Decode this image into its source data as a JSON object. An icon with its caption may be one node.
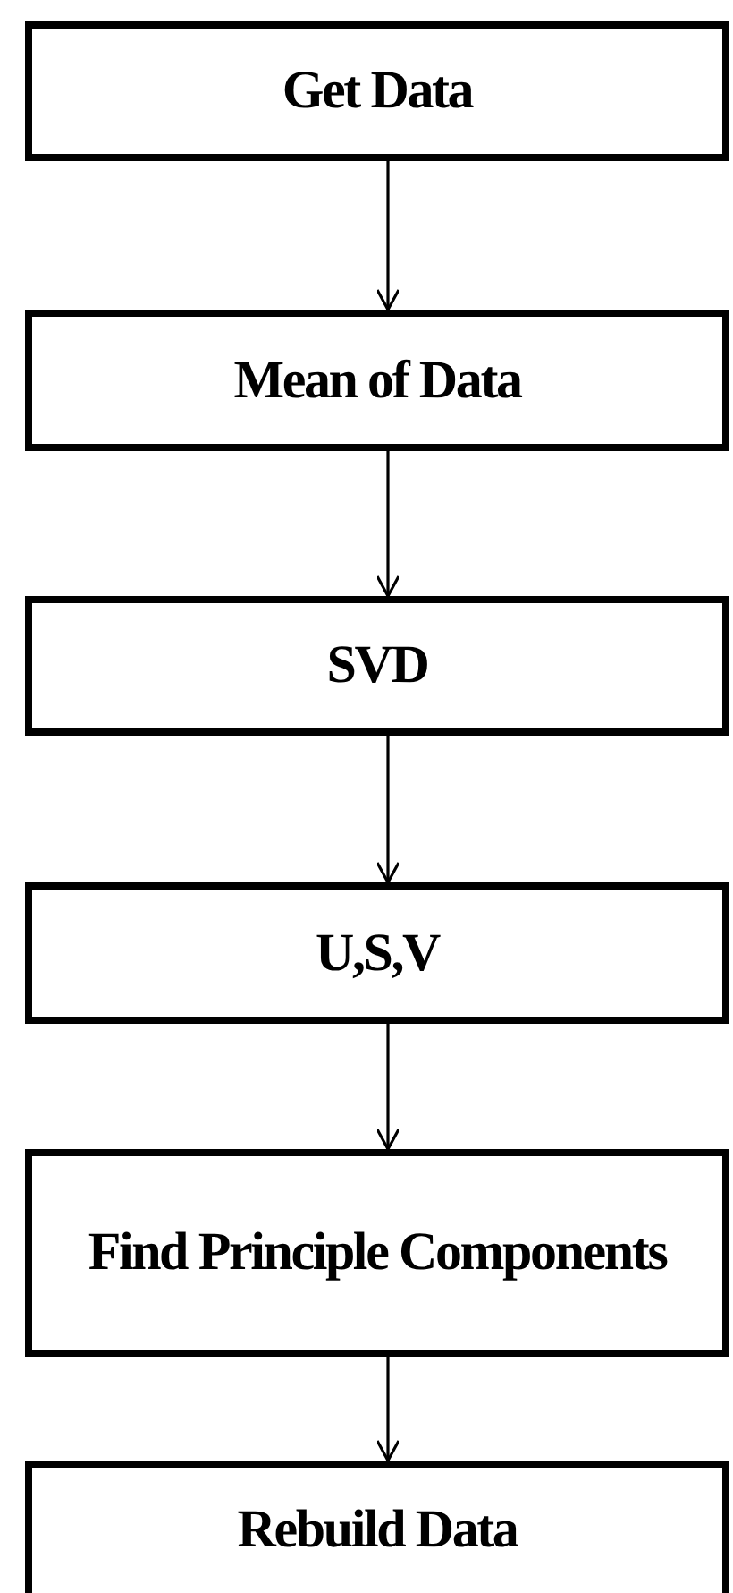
{
  "diagram": {
    "nodes": [
      {
        "text": [
          "Get Data"
        ]
      },
      {
        "text": [
          "Mean of Data"
        ]
      },
      {
        "text": [
          "SVD"
        ]
      },
      {
        "text": [
          "U,S,V"
        ]
      },
      {
        "text": [
          "Find Principle Components"
        ]
      },
      {
        "text": [
          "Rebuild Data"
        ]
      }
    ],
    "edges": [
      {
        "from": 0,
        "to": 1,
        "arrow": "to"
      },
      {
        "from": 1,
        "to": 2,
        "arrow": "to"
      },
      {
        "from": 2,
        "to": 3,
        "arrow": "to"
      },
      {
        "from": 3,
        "to": 4,
        "arrow": "to"
      },
      {
        "from": 4,
        "to": 5,
        "arrow": "to"
      }
    ]
  }
}
